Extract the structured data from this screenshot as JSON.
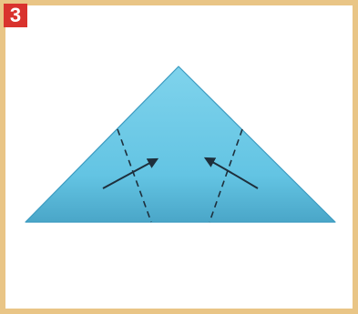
{
  "step": {
    "number": "3",
    "badge_color": "#d9332e"
  },
  "frame": {
    "border_color": "#e9c586"
  },
  "diagram": {
    "paper_color": "#63c4e3",
    "paper_shadow_color": "#4aa6c8",
    "fold_line_style": "dashed",
    "arrow_direction": "toward-center",
    "icon": "origami-fold-diagram"
  }
}
